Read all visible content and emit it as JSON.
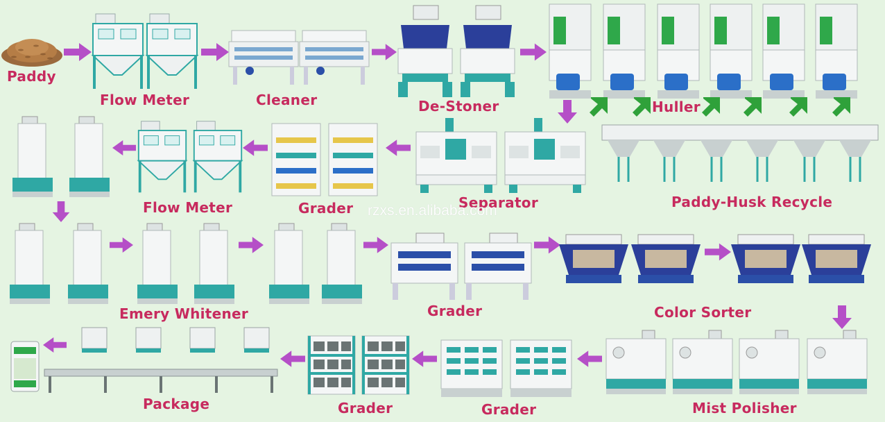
{
  "stages": {
    "paddy": "Paddy",
    "flow_meter_1": "Flow Meter",
    "cleaner": "Cleaner",
    "destoner": "De-Stoner",
    "huller": "Huller",
    "paddy_husk_recycle": "Paddy-Husk Recycle",
    "separator": "Separator",
    "grader_1": "Grader",
    "flow_meter_2": "Flow Meter",
    "emery_whitener": "Emery Whitener",
    "grader_2": "Grader",
    "color_sorter": "Color Sorter",
    "mist_polisher": "Mist Polisher",
    "grader_3": "Grader",
    "grader_4": "Grader",
    "package": "Package"
  },
  "watermark": "rzxs.en.alibaba.com",
  "colors": {
    "background": "#e5f4e2",
    "label": "#c72a5e",
    "flow_arrow": "#b54fc7",
    "recycle_arrow": "#2fa13a",
    "machine_teal": "#2fa8a4",
    "machine_blue": "#2b4fa8",
    "machine_white": "#f4f6f6"
  },
  "icons": {
    "flow_arrow": "arrow-icon",
    "recycle_arrow": "recycle-arrow-icon"
  }
}
